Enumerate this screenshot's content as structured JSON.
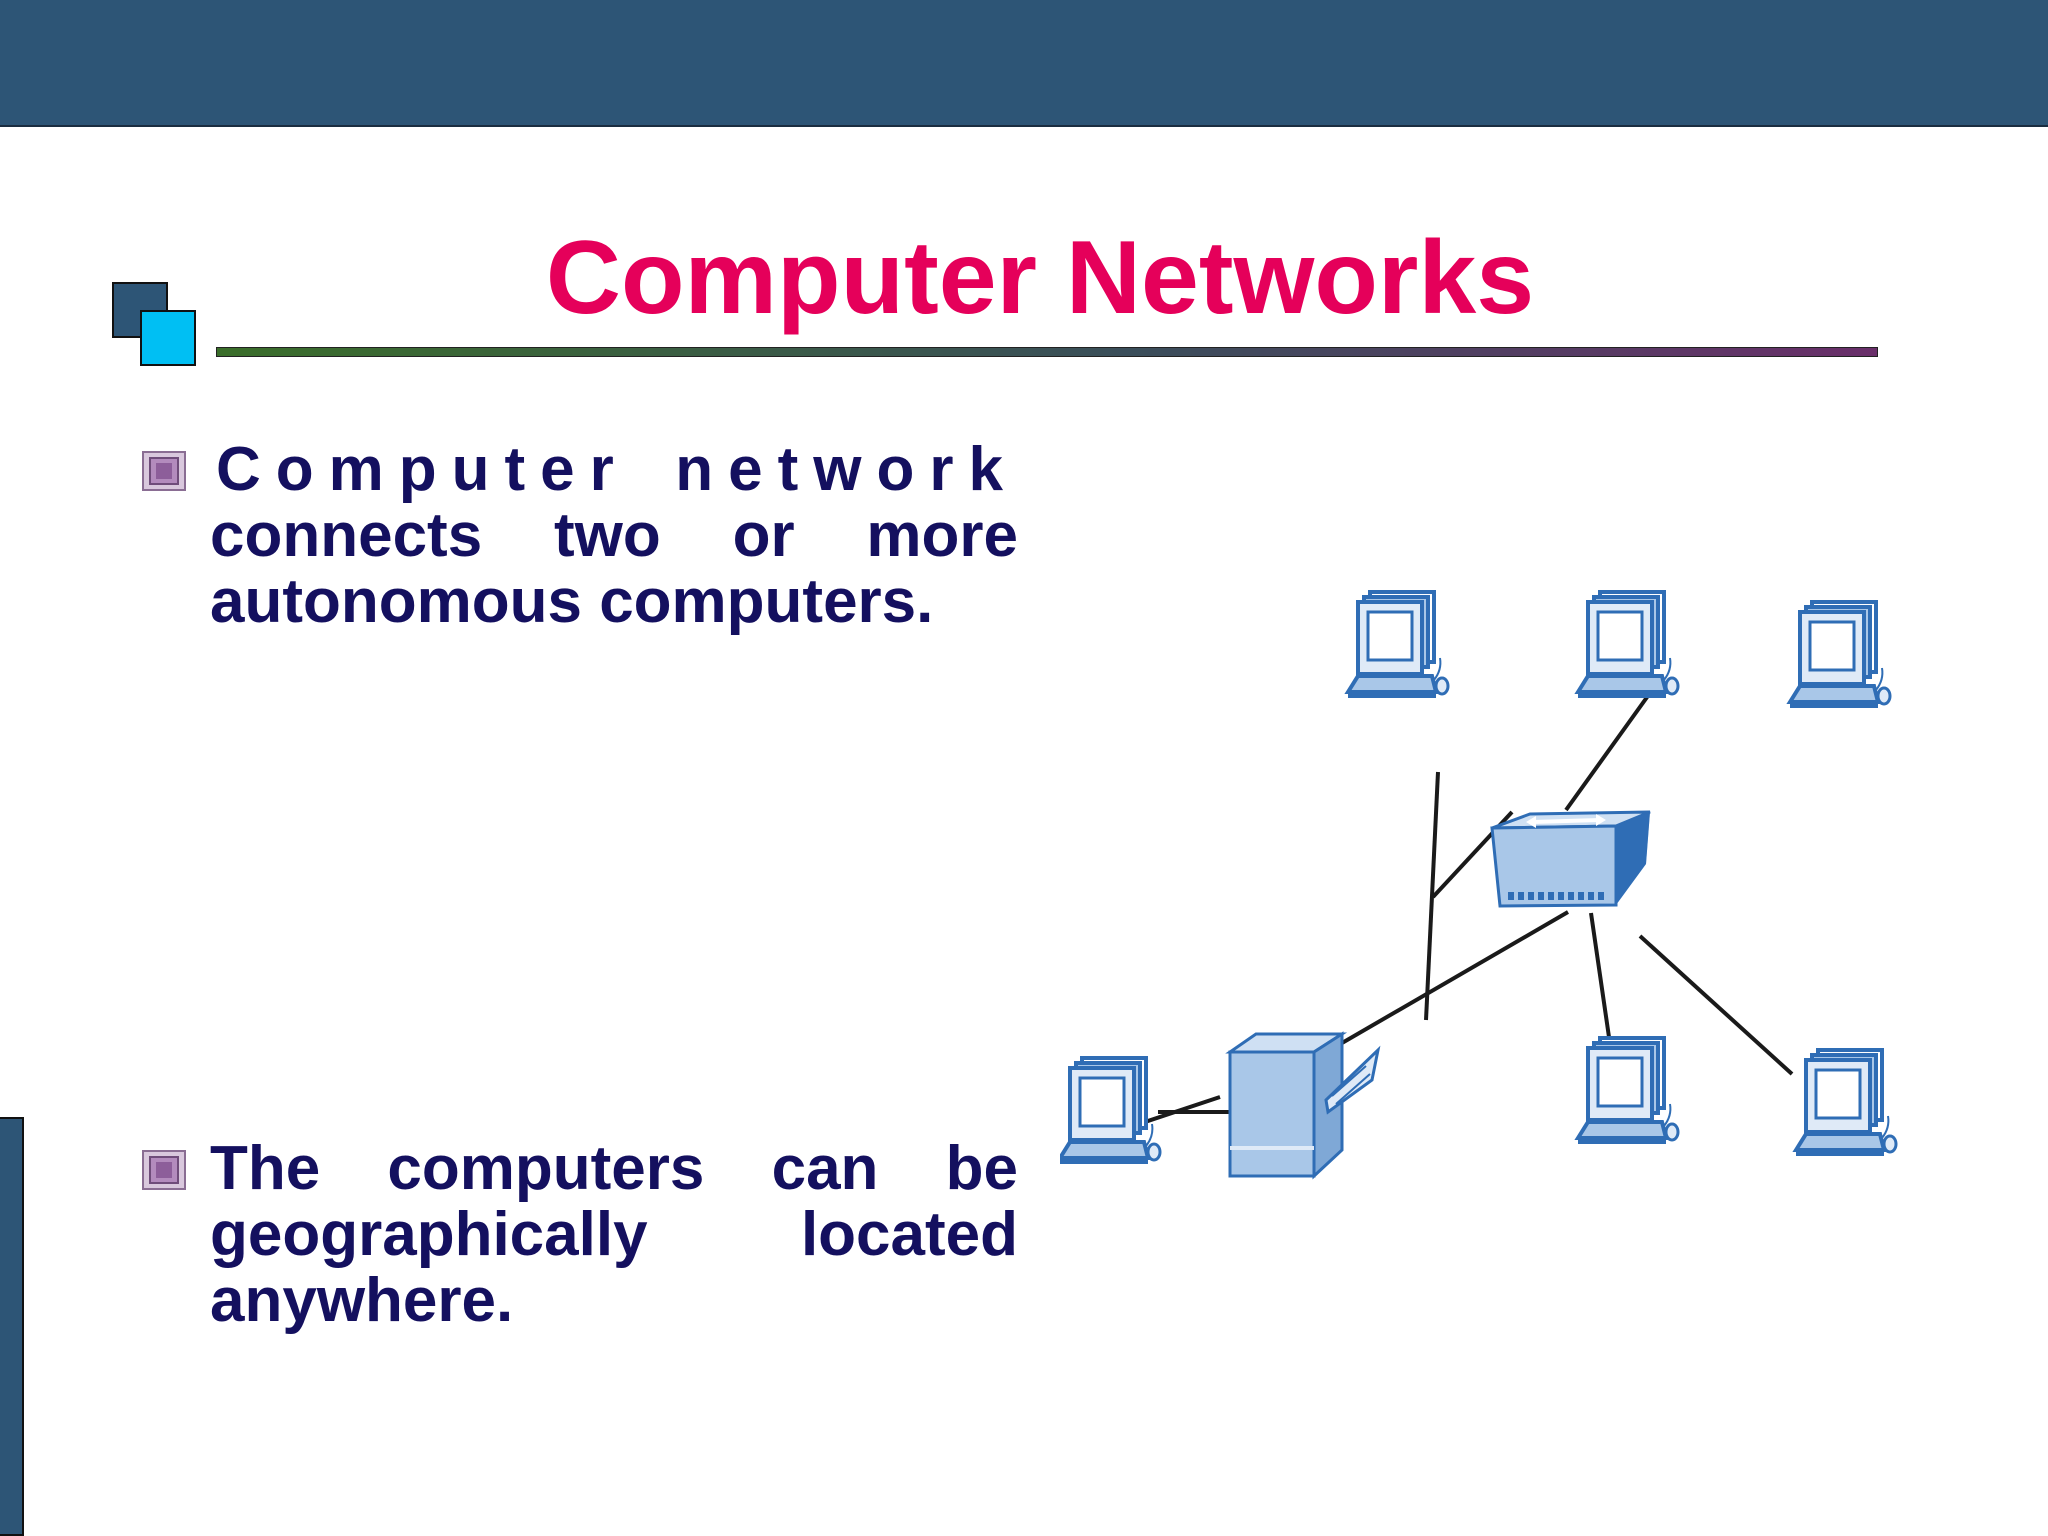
{
  "slide": {
    "title": "Computer Networks",
    "bullets": [
      {
        "line1": "Computer network",
        "rest": "connects two or more autonomous computers."
      },
      {
        "text": "The computers can be geographically located anywhere."
      }
    ]
  },
  "colors": {
    "header_bar": "#2d5576",
    "title": "#e5005a",
    "body_text": "#14105f",
    "accent_square": "#00bff3",
    "diagram_blue": "#2f6db5",
    "diagram_fill": "#a9c7e8"
  },
  "diagram": {
    "nodes": [
      "computer-icon",
      "computer-icon",
      "computer-icon",
      "computer-icon",
      "computer-icon",
      "computer-icon",
      "server-icon",
      "switch-icon"
    ]
  }
}
